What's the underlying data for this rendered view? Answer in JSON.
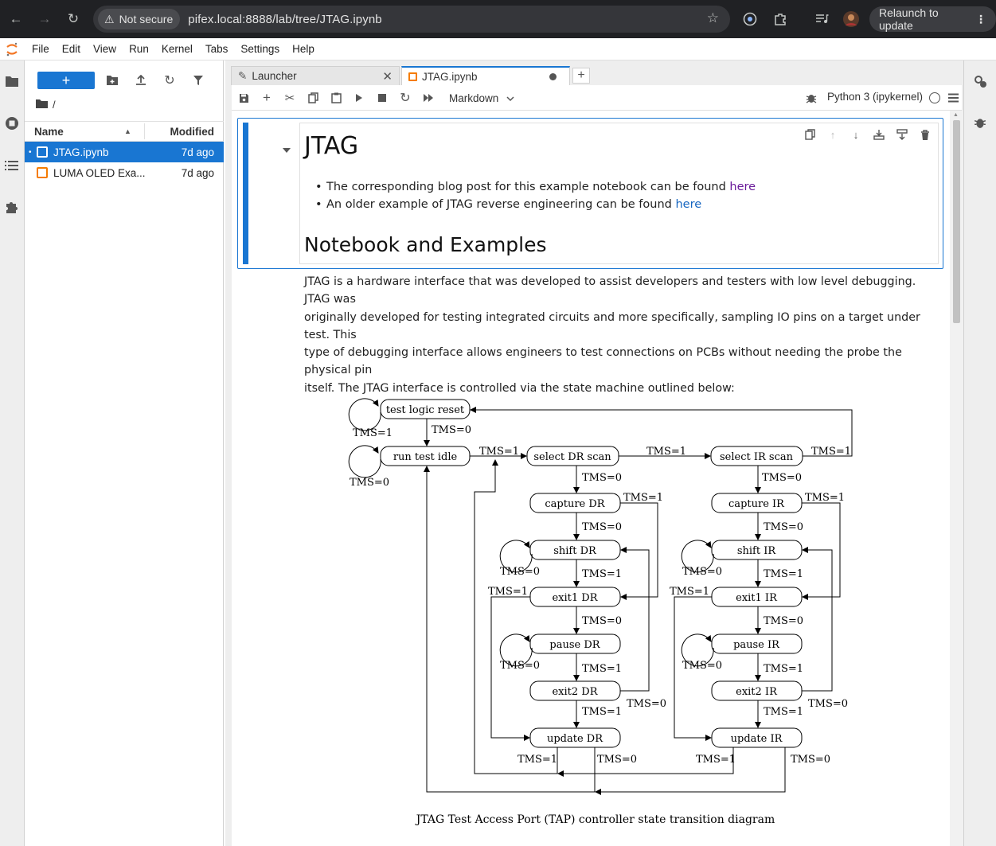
{
  "browser": {
    "security_label": "Not secure",
    "url": "pifex.local:8888/lab/tree/JTAG.ipynb",
    "relaunch_label": "Relaunch to update"
  },
  "menubar": {
    "items": [
      "File",
      "Edit",
      "View",
      "Run",
      "Kernel",
      "Tabs",
      "Settings",
      "Help"
    ]
  },
  "filebrowser": {
    "path": "/",
    "col_name": "Name",
    "col_modified": "Modified",
    "files": [
      {
        "name": "JTAG.ipynb",
        "modified": "7d ago",
        "selected": true
      },
      {
        "name": "LUMA OLED Exa...",
        "modified": "7d ago",
        "selected": false
      }
    ]
  },
  "tabs": [
    {
      "label": "Launcher",
      "active": false
    },
    {
      "label": "JTAG.ipynb",
      "active": true
    }
  ],
  "notebook": {
    "cell_type": "Markdown",
    "kernel": "Python 3 (ipykernel)",
    "heading": "JTAG",
    "bullets": [
      {
        "text": "The corresponding blog post for this example notebook can be found ",
        "link": "here"
      },
      {
        "text": "An older example of JTAG reverse engineering can be found ",
        "link": "here"
      }
    ],
    "subheading": "Notebook and Examples",
    "paragraph_lines": [
      "JTAG is a hardware interface that was developed to assist developers and testers with low level debugging. JTAG was",
      "originally developed for testing integrated circuits and more specifically, sampling IO pins on a target under test. This",
      "type of debugging interface allows engineers to test connections on PCBs without needing the probe the physical pin",
      "itself. The JTAG interface is controlled via the state machine outlined below:"
    ]
  },
  "diagram": {
    "caption": "JTAG Test Access Port (TAP) controller state transition diagram",
    "states": {
      "tlr": "test logic reset",
      "rti": "run test idle",
      "sdr": "select DR scan",
      "sir": "select IR scan",
      "cdr": "capture DR",
      "cir": "capture IR",
      "shdr": "shift DR",
      "shir": "shift IR",
      "e1dr": "exit1 DR",
      "e1ir": "exit1 IR",
      "pdr": "pause DR",
      "pir": "pause IR",
      "e2dr": "exit2 DR",
      "e2ir": "exit2 IR",
      "udr": "update DR",
      "uir": "update IR"
    },
    "tms0": "TMS=0",
    "tms1": "TMS=1"
  }
}
